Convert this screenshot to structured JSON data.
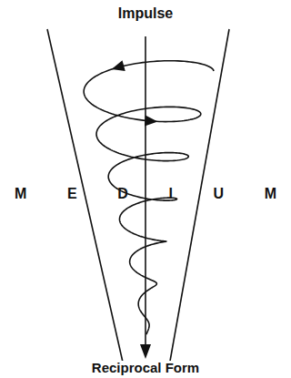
{
  "diagram": {
    "labels": [
      "Impulse",
      "M E D I U M",
      "Reciprocal Form"
    ]
  }
}
